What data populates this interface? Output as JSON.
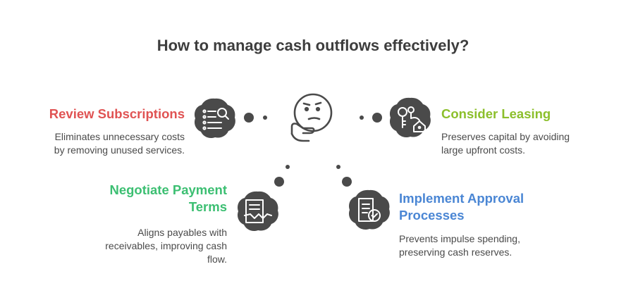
{
  "title": "How to manage cash outflows effectively?",
  "items": [
    {
      "heading": "Review Subscriptions",
      "desc_lines": [
        "Eliminates unnecessary costs",
        "by removing unused services."
      ],
      "color": "#e05353",
      "icon": "list-search-icon"
    },
    {
      "heading": "Consider Leasing",
      "desc_lines": [
        "Preserves capital by avoiding",
        "large upfront costs."
      ],
      "color": "#8cbf2b",
      "icon": "keys-house-icon"
    },
    {
      "heading_lines": [
        "Negotiate Payment",
        "Terms"
      ],
      "desc_lines": [
        "Aligns payables with",
        "receivables, improving cash",
        "flow."
      ],
      "color": "#3cbf72",
      "icon": "contract-handshake-icon"
    },
    {
      "heading_lines": [
        "Implement Approval",
        "Processes"
      ],
      "desc_lines": [
        "Prevents impulse spending,",
        "preserving cash reserves."
      ],
      "color": "#4a86d4",
      "icon": "document-check-icon"
    }
  ],
  "center_icon": "thinking-face-icon",
  "colors": {
    "blob": "#4a4a4a",
    "icon_line": "#ffffff",
    "text": "#3d3d3d"
  }
}
